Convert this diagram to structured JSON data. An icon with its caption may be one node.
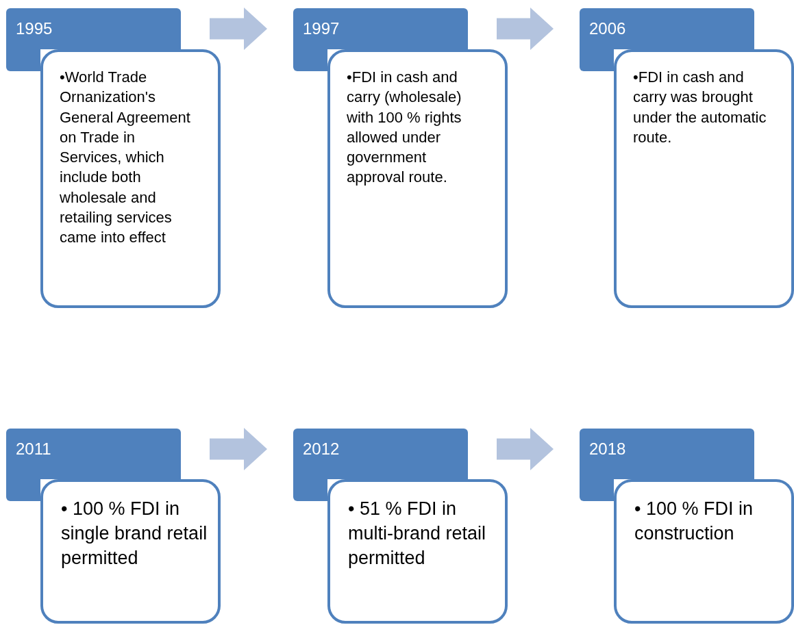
{
  "diagram": {
    "nodes": [
      {
        "text": [
          "1995"
        ]
      },
      {
        "text": [
          "•World Trade Ornanization's General Agreement on Trade in Services, which include both wholesale and retailing services came into effect"
        ]
      },
      {
        "text": [
          "1997"
        ]
      },
      {
        "text": [
          "•FDI in cash and carry (wholesale) with 100 % rights allowed under government approval route."
        ]
      },
      {
        "text": [
          "2006"
        ]
      },
      {
        "text": [
          "•FDI in cash and carry was brought under the automatic route."
        ]
      },
      {
        "text": [
          "2011"
        ]
      },
      {
        "text": [
          "• 100 % FDI in single brand retail permitted"
        ]
      },
      {
        "text": [
          "2012"
        ]
      },
      {
        "text": [
          "• 51 % FDI in multi-brand retail permitted"
        ]
      },
      {
        "text": [
          "2018"
        ]
      },
      {
        "text": [
          "• 100 % FDI in construction"
        ]
      }
    ],
    "edges": [
      {
        "from": 0,
        "to": 2,
        "arrow": "to"
      },
      {
        "from": 2,
        "to": 4,
        "arrow": "to"
      },
      {
        "from": 6,
        "to": 8,
        "arrow": "to"
      },
      {
        "from": 8,
        "to": 10,
        "arrow": "to"
      }
    ]
  }
}
